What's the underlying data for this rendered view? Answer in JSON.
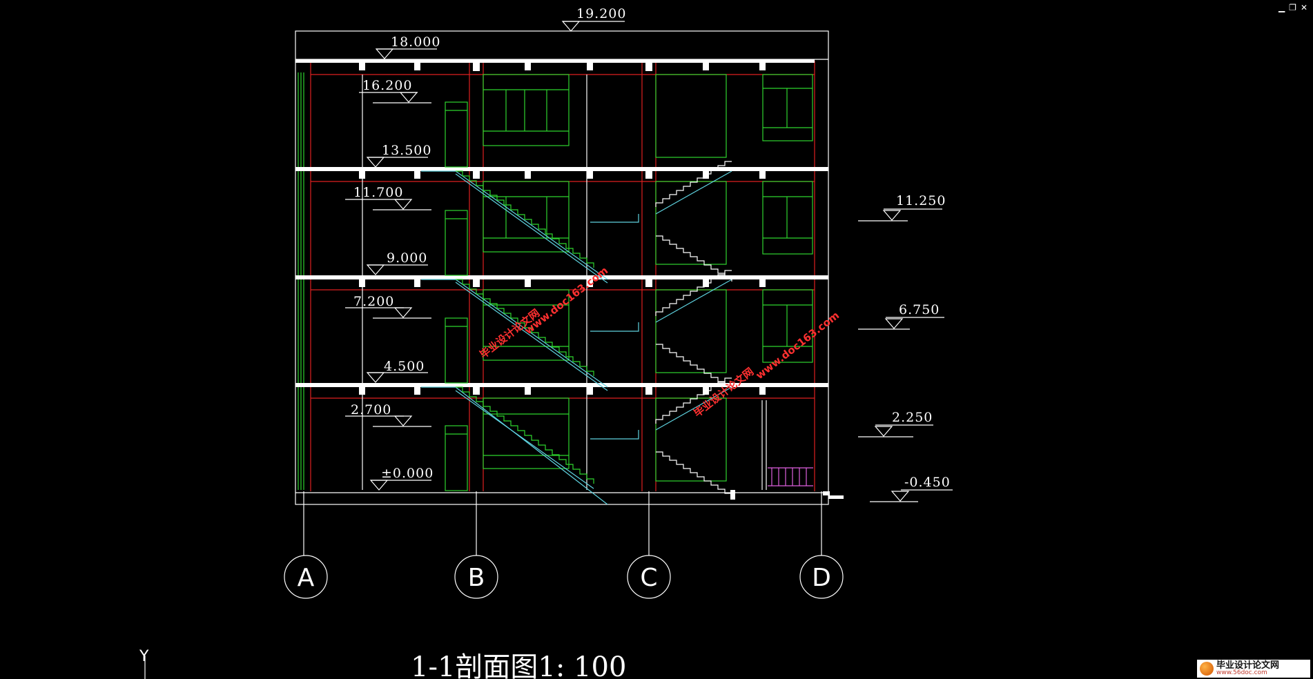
{
  "window_controls": {
    "minimize": "▁",
    "restore": "❐",
    "close": "✕"
  },
  "drawing": {
    "title": "1-1剖面图1: 100",
    "colors": {
      "background": "#000000",
      "wall": "#ffffff",
      "grid_line": "#e02020",
      "door_window": "#2ed52e",
      "stair": "#5fd3e0",
      "railing": "#e060e0",
      "annotation": "#ffffff",
      "watermark": "#ff3030"
    },
    "axis_labels": [
      "A",
      "B",
      "C",
      "D"
    ],
    "floor_elevations": [
      "19.200",
      "18.000",
      "16.200",
      "13.500",
      "11.700",
      "9.000",
      "7.200",
      "4.500",
      "2.700",
      "±0.000"
    ],
    "right_elevations": [
      "11.250",
      "6.750",
      "2.250",
      "-0.450"
    ],
    "ucs_icon": "Y",
    "watermarks": [
      "毕业设计论文网",
      "www.doc163.com"
    ],
    "logo": {
      "name": "毕业设计论文网",
      "url": "www.56doc.com"
    }
  }
}
